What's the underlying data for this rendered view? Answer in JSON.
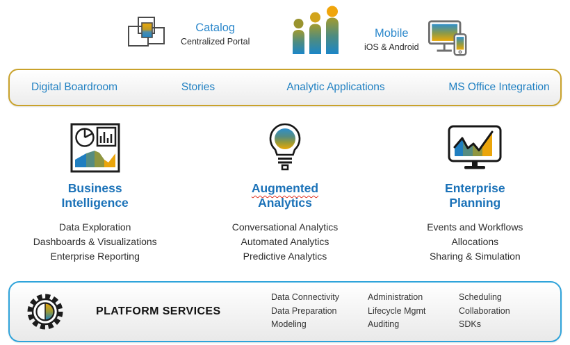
{
  "diagram": {
    "top_row": {
      "catalog": {
        "title": "Catalog",
        "subtitle": "Centralized Portal"
      },
      "mobile": {
        "title": "Mobile",
        "subtitle": "iOS & Android"
      }
    },
    "consumption_bar": {
      "items": [
        {
          "label": "Digital Boardroom"
        },
        {
          "label": "Stories"
        },
        {
          "label": "Analytic Applications"
        },
        {
          "label": "MS Office Integration"
        }
      ]
    },
    "pillars": [
      {
        "heading_lines": [
          "Business",
          "Intelligence"
        ],
        "items": [
          "Data Exploration",
          "Dashboards & Visualizations",
          "Enterprise Reporting"
        ]
      },
      {
        "heading_lines": [
          "Augmented",
          "Analytics"
        ],
        "items": [
          "Conversational Analytics",
          "Automated Analytics",
          "Predictive Analytics"
        ]
      },
      {
        "heading_lines": [
          "Enterprise",
          "Planning"
        ],
        "items": [
          "Events and Workflows",
          "Allocations",
          "Sharing & Simulation"
        ]
      }
    ],
    "platform_bar": {
      "title": "PLATFORM SERVICES",
      "columns": [
        [
          "Data Connectivity",
          "Data Preparation",
          "Modeling"
        ],
        [
          "Administration",
          "Lifecycle Mgmt",
          "Auditing"
        ],
        [
          "Scheduling",
          "Collaboration",
          "SDKs"
        ]
      ]
    },
    "colors": {
      "link_blue": "#2080c2",
      "heading_blue": "#1b72b8",
      "gold_border": "#c9a22b",
      "blue_border": "#2fa3da",
      "sap_gold": "#e9a80b",
      "sap_blue": "#1f86c8",
      "sap_olive": "#97993b",
      "sap_teal": "#4e8c86",
      "text_dark": "#2d2d2d",
      "squiggle_red": "#e0311f"
    }
  }
}
